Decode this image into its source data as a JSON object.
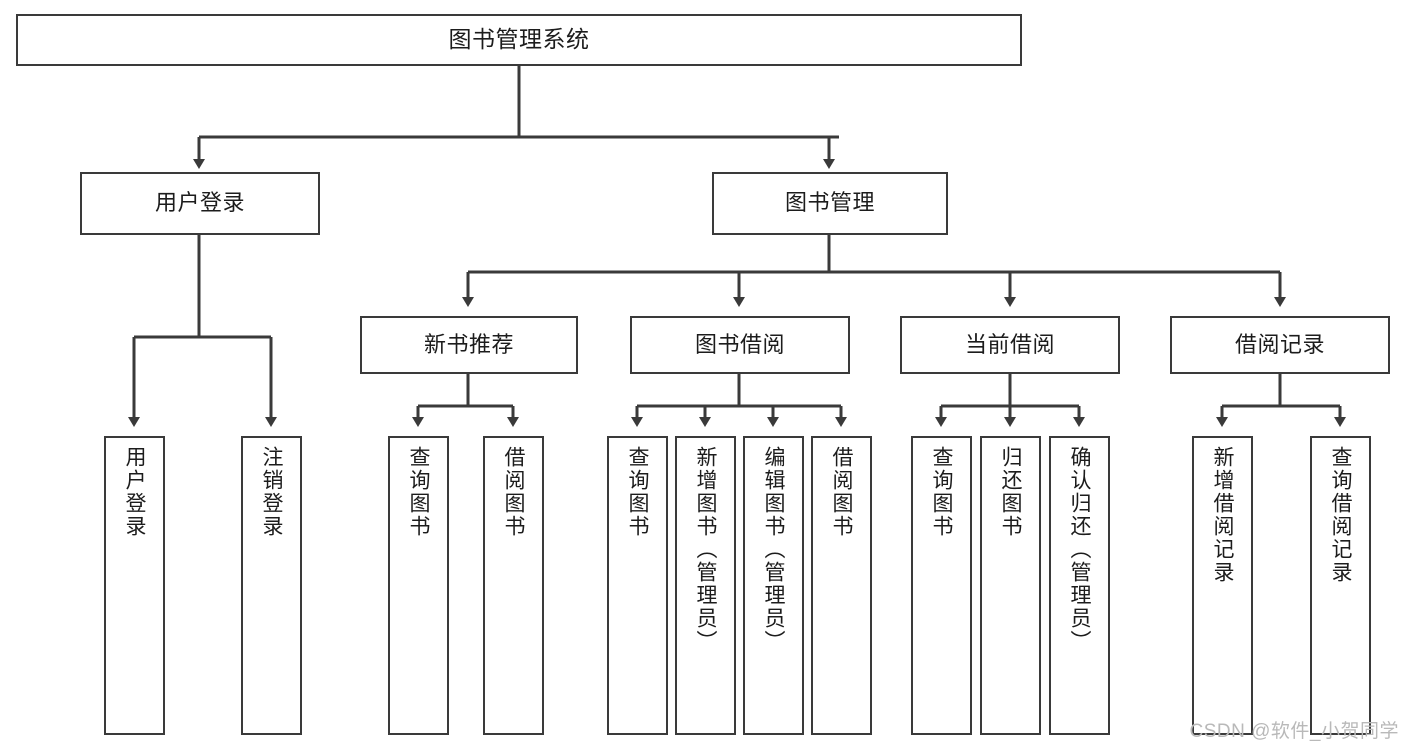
{
  "diagram": {
    "title": "图书管理系统",
    "type": "tree-hierarchy-diagram",
    "root": {
      "label": "图书管理系统"
    },
    "level2": [
      {
        "label": "用户登录"
      },
      {
        "label": "图书管理"
      }
    ],
    "level3": [
      {
        "label": "新书推荐"
      },
      {
        "label": "图书借阅"
      },
      {
        "label": "当前借阅"
      },
      {
        "label": "借阅记录"
      }
    ],
    "leaves": {
      "user_login": [
        {
          "label": "用户登录"
        },
        {
          "label": "注销登录"
        }
      ],
      "new_book_recommend": [
        {
          "label": "查询图书"
        },
        {
          "label": "借阅图书"
        }
      ],
      "book_borrow": [
        {
          "label": "查询图书"
        },
        {
          "label": "新增图书（管理员）"
        },
        {
          "label": "编辑图书（管理员）"
        },
        {
          "label": "借阅图书"
        }
      ],
      "current_borrow": [
        {
          "label": "查询图书"
        },
        {
          "label": "归还图书"
        },
        {
          "label": "确认归还（管理员）"
        }
      ],
      "borrow_record": [
        {
          "label": "新增借阅记录"
        },
        {
          "label": "查询借阅记录"
        }
      ]
    }
  },
  "watermark": {
    "text": "CSDN @软件_小贺同学"
  },
  "colors": {
    "stroke": "#3a3a3a",
    "text": "#1c1c1c",
    "background": "#ffffff",
    "watermark": "#b9b9b9"
  }
}
